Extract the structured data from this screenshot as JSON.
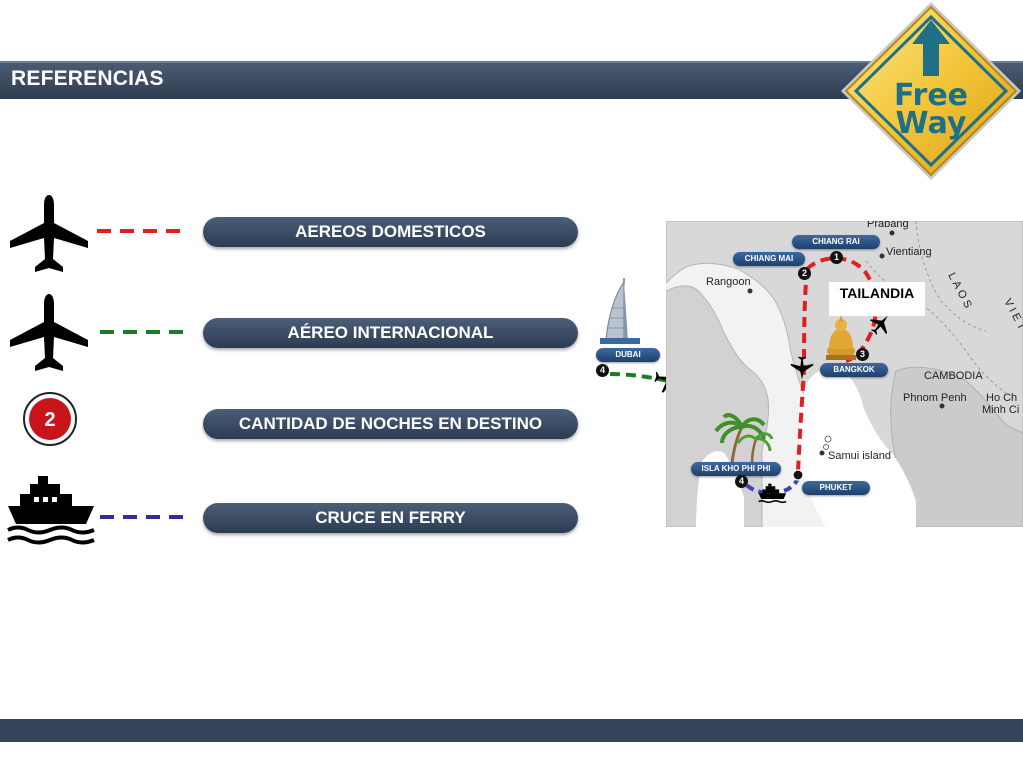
{
  "header": {
    "title": "REFERENCIAS"
  },
  "logo": {
    "line1": "Free",
    "line2": "Way"
  },
  "legend": [
    {
      "label": "AEREOS DOMESTICOS",
      "icon": "airplane-icon",
      "line_color": "#e0201e"
    },
    {
      "label": "AÉREO INTERNACIONAL",
      "icon": "airplane-icon",
      "line_color": "#1f7a24"
    },
    {
      "label": "CANTIDAD DE NOCHES EN DESTINO",
      "icon": "night-count-badge",
      "badge_value": "2"
    },
    {
      "label": "CRUCE EN FERRY",
      "icon": "ferry-icon",
      "line_color": "#2e3192"
    }
  ],
  "map": {
    "country_label": "TAILANDIA",
    "places": {
      "prabang": "Prabang",
      "vientiang": "Vientiang",
      "rangoon": "Rangoon",
      "laos": "LAOS",
      "viet": "VIET",
      "cambodia": "CAMBODIA",
      "phnom_penh": "Phnom Penh",
      "ho_chi": "Ho Ch",
      "minh_ci": "Minh Ci",
      "samui": "Samui island"
    },
    "destinations": {
      "chiang_rai": "CHIANG RAI",
      "chiang_mai": "CHIANG MAI",
      "bangkok": "BANGKOK",
      "dubai": "DUBAI",
      "phi_phi": "ISLA KHO PHI PHI",
      "phuket": "PHUKET"
    },
    "nights": {
      "chiang_rai": "1",
      "chiang_mai": "2",
      "bangkok": "3",
      "dubai": "4",
      "phi_phi": "4"
    }
  }
}
